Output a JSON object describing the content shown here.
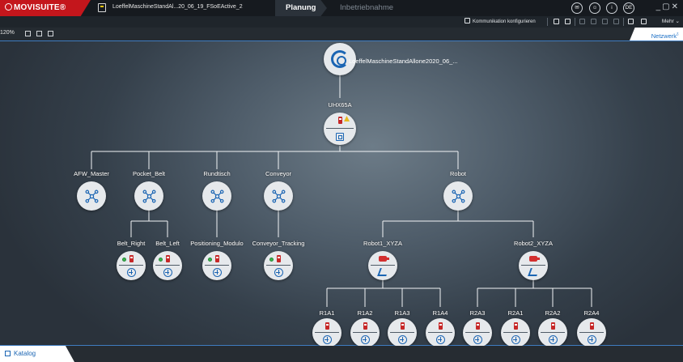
{
  "titlebar": {
    "brand": "MOVISUITE®",
    "document_title": "LoeffelMaschineStandAl...20_06_19_FSoEActive_2",
    "tabs": [
      "Planung",
      "Inbetriebnahme"
    ],
    "header_icons": [
      "mail-icon",
      "user-icon",
      "info-icon",
      "language-icon"
    ],
    "language": "DE",
    "window_controls": [
      "minimize-icon",
      "restore-icon",
      "close-icon"
    ]
  },
  "toolbar": {
    "kommunikation_label": "Kommunikation konfigurieren",
    "mehr_label": "Mehr"
  },
  "subbar": {
    "zoom": "120%",
    "netzwerk_label": "Netzwerk"
  },
  "network": {
    "root": {
      "label": "LoeffelMaschineStandAllone2020_06_..."
    },
    "controller": {
      "label": "UHX65A"
    },
    "groups": [
      {
        "label": "AFW_Master"
      },
      {
        "label": "Pocket_Belt"
      },
      {
        "label": "Rundtisch"
      },
      {
        "label": "Conveyor"
      },
      {
        "label": "Robot"
      }
    ],
    "axes": [
      {
        "label": "Belt_Right"
      },
      {
        "label": "Belt_Left"
      },
      {
        "label": "Positioning_Modulo"
      },
      {
        "label": "Conveyor_Tracking"
      }
    ],
    "robots": [
      {
        "label": "Robot1_XYZA"
      },
      {
        "label": "Robot2_XYZA"
      }
    ],
    "robot_axes": [
      {
        "label": "R1A1"
      },
      {
        "label": "R1A2"
      },
      {
        "label": "R1A3"
      },
      {
        "label": "R1A4"
      },
      {
        "label": "R2A3"
      },
      {
        "label": "R2A1"
      },
      {
        "label": "R2A2"
      },
      {
        "label": "R2A4"
      }
    ]
  },
  "statusbar": {
    "katalog_label": "Katalog"
  },
  "colors": {
    "brand_red": "#c4161c",
    "accent_blue": "#1b65b3",
    "plc_red": "#c62828"
  }
}
